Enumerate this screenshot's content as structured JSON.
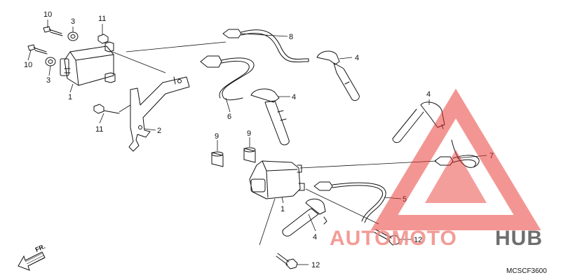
{
  "diagram": {
    "callouts": [
      {
        "id": "c10a",
        "text": "10"
      },
      {
        "id": "c3a",
        "text": "3"
      },
      {
        "id": "c11a",
        "text": "11"
      },
      {
        "id": "c10b",
        "text": "10"
      },
      {
        "id": "c3b",
        "text": "3"
      },
      {
        "id": "c1a",
        "text": "1"
      },
      {
        "id": "c8",
        "text": "8"
      },
      {
        "id": "c4a",
        "text": "4"
      },
      {
        "id": "c4b",
        "text": "4"
      },
      {
        "id": "c6",
        "text": "6"
      },
      {
        "id": "c11b",
        "text": "11"
      },
      {
        "id": "c2",
        "text": "2"
      },
      {
        "id": "c4c",
        "text": "4"
      },
      {
        "id": "c9a",
        "text": "9"
      },
      {
        "id": "c9b",
        "text": "9"
      },
      {
        "id": "c7",
        "text": "7"
      },
      {
        "id": "c1b",
        "text": "1"
      },
      {
        "id": "c5",
        "text": "5"
      },
      {
        "id": "c4d",
        "text": "4"
      },
      {
        "id": "c12a",
        "text": "12"
      },
      {
        "id": "c12b",
        "text": "12"
      }
    ],
    "direction_label": "FR.",
    "diagram_code": "MCSCF3600",
    "colors": {
      "line": "#111111",
      "watermark_red": "#e8302b",
      "watermark_grey": "#555555"
    }
  },
  "watermark": {
    "text_part1": "AUTOMOTO",
    "text_part2": "HUB",
    "logo": "warning-triangle-icon"
  }
}
